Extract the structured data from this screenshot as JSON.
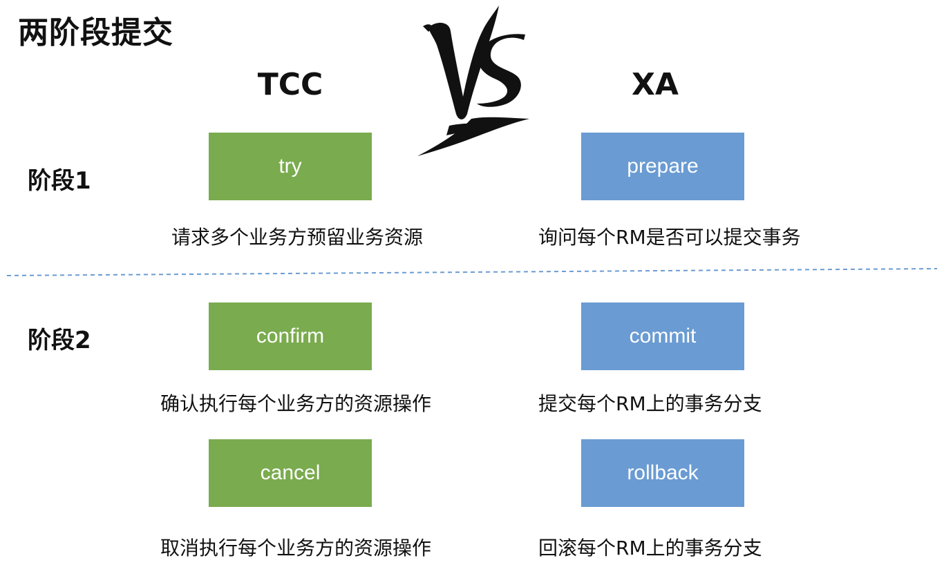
{
  "title": "两阶段提交",
  "columns": {
    "left": "TCC",
    "right": "XA"
  },
  "vs_logo_icon": "vs-brush-logo",
  "phases": {
    "phase1": "阶段1",
    "phase2": "阶段2"
  },
  "tcc": {
    "try": {
      "label": "try",
      "desc": "请求多个业务方预留业务资源"
    },
    "confirm": {
      "label": "confirm",
      "desc": "确认执行每个业务方的资源操作"
    },
    "cancel": {
      "label": "cancel",
      "desc": "取消执行每个业务方的资源操作"
    }
  },
  "xa": {
    "prepare": {
      "label": "prepare",
      "desc": "询问每个RM是否可以提交事务"
    },
    "commit": {
      "label": "commit",
      "desc": "提交每个RM上的事务分支"
    },
    "rollback": {
      "label": "rollback",
      "desc": "回滚每个RM上的事务分支"
    }
  },
  "colors": {
    "tcc_box": "#7aab4e",
    "xa_box": "#6a9bd2",
    "divider": "#6a9bd2"
  }
}
